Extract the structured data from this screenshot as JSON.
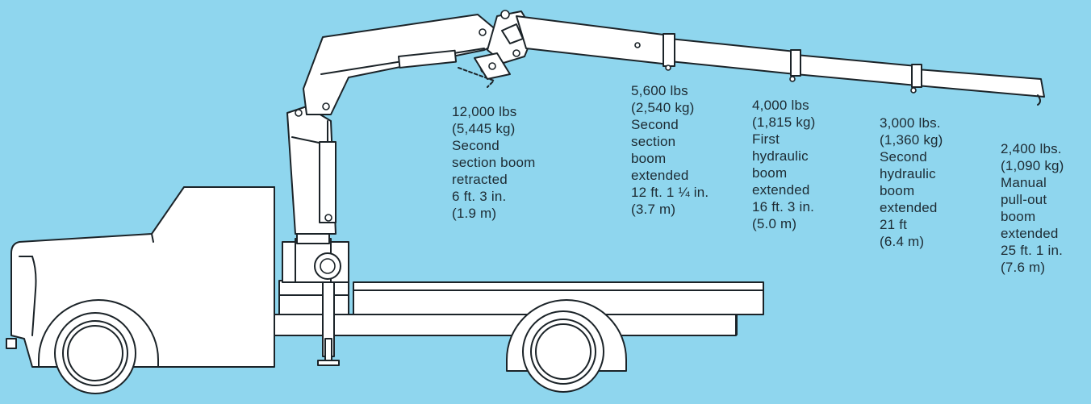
{
  "background_color": "#8fd6ee",
  "line_color": "#1b2328",
  "capacities": [
    {
      "lines": [
        "12,000 lbs",
        "(5,445 kg)",
        "Second",
        "section boom",
        "retracted",
        "6 ft. 3 in.",
        "(1.9 m)"
      ]
    },
    {
      "lines": [
        "5,600 lbs",
        "(2,540 kg)",
        "Second",
        "section",
        "boom",
        "extended",
        "12 ft. 1 ¼ in.",
        "(3.7 m)"
      ]
    },
    {
      "lines": [
        "4,000 lbs",
        "(1,815 kg)",
        "First",
        "hydraulic",
        "boom",
        "extended",
        "16 ft. 3 in.",
        "(5.0 m)"
      ]
    },
    {
      "lines": [
        "3,000 lbs.",
        "(1,360 kg)",
        "Second",
        "hydraulic",
        "boom",
        "extended",
        "21 ft",
        "(6.4 m)"
      ]
    },
    {
      "lines": [
        "2,400 lbs.",
        "(1,090 kg)",
        "Manual",
        "pull-out",
        "boom",
        "extended",
        "25 ft. 1 in.",
        "(7.6 m)"
      ]
    }
  ]
}
